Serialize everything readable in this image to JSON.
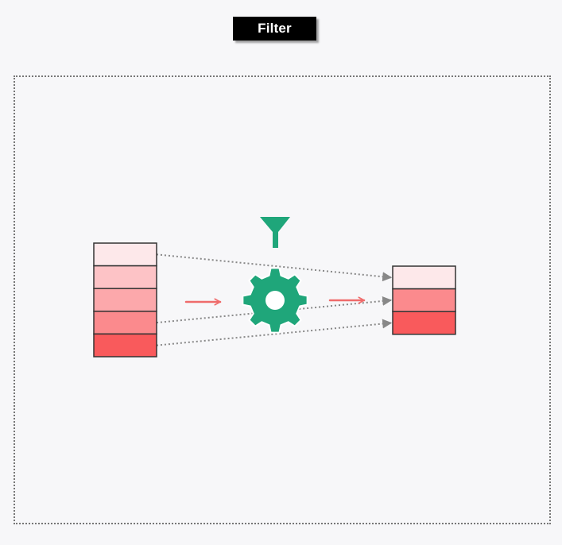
{
  "title": "Filter",
  "colors": {
    "background": "#f7f7f9",
    "label_bg": "#000000",
    "label_text": "#ffffff",
    "gear": "#1fa67a",
    "funnel": "#1fa67a",
    "arrow": "#ef6b6b",
    "connector": "#888888",
    "cell_stroke": "#333333"
  },
  "icons": {
    "gear": "gear-icon",
    "funnel": "filter-icon",
    "arrow": "arrow-right-icon"
  },
  "input_stack": {
    "cells": [
      {
        "fill": "#fde8ea"
      },
      {
        "fill": "#fdc3c6"
      },
      {
        "fill": "#fca8ab"
      },
      {
        "fill": "#fb8a8d"
      },
      {
        "fill": "#f95a5c"
      }
    ]
  },
  "output_stack": {
    "cells": [
      {
        "fill": "#fde8ea"
      },
      {
        "fill": "#fb8a8d"
      },
      {
        "fill": "#f95a5c"
      }
    ]
  },
  "connections": [
    {
      "from": 0,
      "to": 0
    },
    {
      "from": 3,
      "to": 1
    },
    {
      "from": 4,
      "to": 2
    }
  ]
}
